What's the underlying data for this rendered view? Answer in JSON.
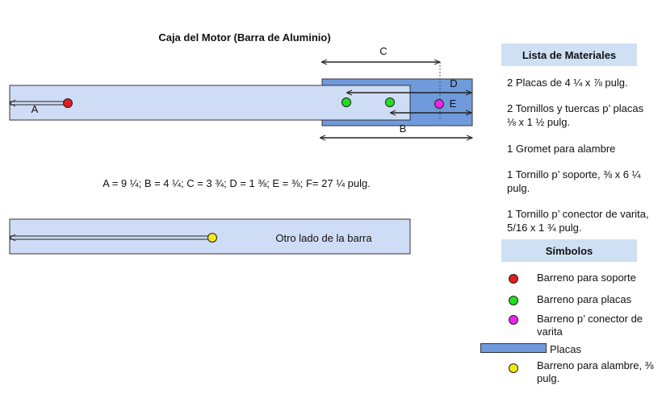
{
  "diagram": {
    "title": "Caja del Motor (Barra de Aluminio)",
    "dim_labels": {
      "A": "A",
      "B": "B",
      "C": "C",
      "D": "D",
      "E": "E"
    },
    "formula": "A = 9 ¼; B = 4 ¼; C = 3 ¾; D = 1 ⅜; E = ⅜; F= 27 ¼ pulg.",
    "other_side_label": "Otro lado de la barra"
  },
  "materials": {
    "header": "Lista de Materiales",
    "items": [
      "2 Placas de 4 ¼ x ⅞ pulg.",
      "2 Tornillos y tuercas p’ placas ⅛ x 1 ½ pulg.",
      "1 Gromet para alambre",
      "1 Tornillo p’ soporte, ⅜ x 6 ¼ pulg.",
      "1 Tornillo p’ conector de varita, 5/16 x 1 ¾ pulg."
    ]
  },
  "symbols": {
    "header": "Símbolos",
    "items": [
      {
        "label": "Barreno para soporte",
        "color": "#e31b1b",
        "shape": "circle"
      },
      {
        "label": "Barreno para placas",
        "color": "#22dd22",
        "shape": "circle"
      },
      {
        "label": "Barreno p’ conector de varita",
        "color": "#ee22ee",
        "shape": "circle"
      },
      {
        "label": "Placas",
        "color": "#6f9bdc",
        "shape": "rectangle"
      },
      {
        "label": "Barreno para alambre, ⅜ pulg.",
        "color": "#f5e61a",
        "shape": "circle"
      }
    ]
  },
  "colors": {
    "bar_fill": "#cfdcf5",
    "plate_fill": "#6f9bdc",
    "header_fill": "#cfe0f4"
  }
}
